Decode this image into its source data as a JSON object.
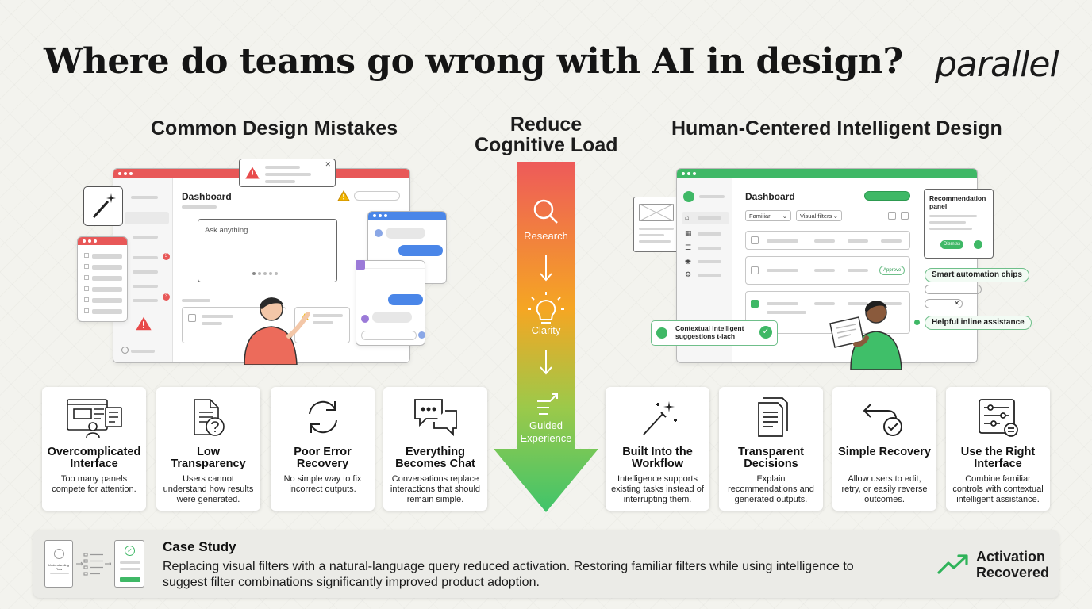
{
  "header": {
    "title": "Where do teams go wrong with AI in design?",
    "brand": "parallel"
  },
  "left": {
    "heading": "Common Design Mistakes",
    "mock": {
      "dashboard_label": "Dashboard",
      "prompt_placeholder": "Ask anything...",
      "badges": [
        "3",
        "3"
      ]
    }
  },
  "center": {
    "heading_line1": "Reduce",
    "heading_line2": "Cognitive Load",
    "steps": [
      {
        "label": "Research",
        "icon": "search-icon"
      },
      {
        "label": "Clarity",
        "icon": "lightbulb-icon"
      },
      {
        "label": "Guided Experience",
        "label_line1": "Guided",
        "label_line2": "Experience",
        "icon": "path-arrow-icon"
      }
    ],
    "colors": {
      "top": "#ee5a5a",
      "middle": "#f5a623",
      "bottom": "#3fc46b"
    }
  },
  "right": {
    "heading": "Human-Centered Intelligent Design",
    "mock": {
      "dashboard_label": "Dashboard",
      "filter_1": "Familiar",
      "filter_2": "Visual filters",
      "row_chip": "Approve",
      "rec_panel_title": "Recommendation panel",
      "rec_panel_button": "Dismiss",
      "chip_automation": "Smart automation chips",
      "chip_inline": "Helpful inline assistance",
      "suggestion_text": "Contextual intelligent suggestions t-iach"
    }
  },
  "mistakes": [
    {
      "title": "Overcomplicated Interface",
      "desc": "Too many panels compete for attention.",
      "icon": "cluttered-windows-icon"
    },
    {
      "title": "Low Transparency",
      "desc": "Users cannot understand how results were generated.",
      "icon": "document-question-icon"
    },
    {
      "title": "Poor Error Recovery",
      "desc": "No simple way to fix incorrect outputs.",
      "icon": "refresh-icon"
    },
    {
      "title": "Everything Becomes Chat",
      "desc": "Conversations replace interactions that should remain simple.",
      "icon": "chat-bubbles-icon"
    }
  ],
  "solutions": [
    {
      "title": "Built Into the Workflow",
      "desc": "Intelligence supports existing tasks instead of interrupting them.",
      "icon": "magic-wand-icon"
    },
    {
      "title": "Transparent Decisions",
      "desc": "Explain recommendations and generated outputs.",
      "icon": "documents-icon"
    },
    {
      "title": "Simple Recovery",
      "desc": "Allow users to edit, retry, or easily reverse outcomes.",
      "icon": "undo-check-icon"
    },
    {
      "title": "Use the Right Interface",
      "desc": "Combine familiar controls with contextual intelligent assistance.",
      "icon": "sliders-icon"
    }
  ],
  "case_study": {
    "title": "Case Study",
    "body": "Replacing visual filters with a natural-language query reduced activation. Restoring familiar filters while using intelligence to suggest filter combinations significantly improved product adoption.",
    "thumb_caption": "Understanding Flow",
    "outcome_line1": "Activation",
    "outcome_line2": "Recovered"
  }
}
